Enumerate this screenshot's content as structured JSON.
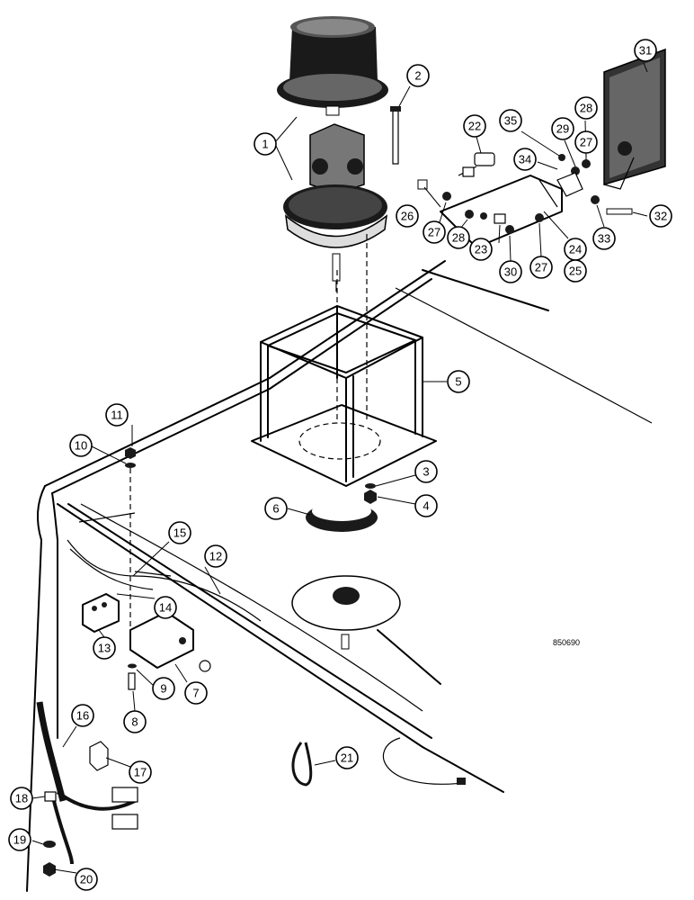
{
  "diagram": {
    "reference_id": "850690",
    "callouts": [
      "1",
      "2",
      "3",
      "4",
      "5",
      "6",
      "7",
      "8",
      "9",
      "10",
      "11",
      "12",
      "13",
      "14",
      "15",
      "16",
      "17",
      "18",
      "19",
      "20",
      "21",
      "22",
      "23",
      "24",
      "25",
      "26",
      "27",
      "27",
      "27",
      "28",
      "28",
      "29",
      "30",
      "31",
      "32",
      "33",
      "34",
      "35"
    ]
  }
}
